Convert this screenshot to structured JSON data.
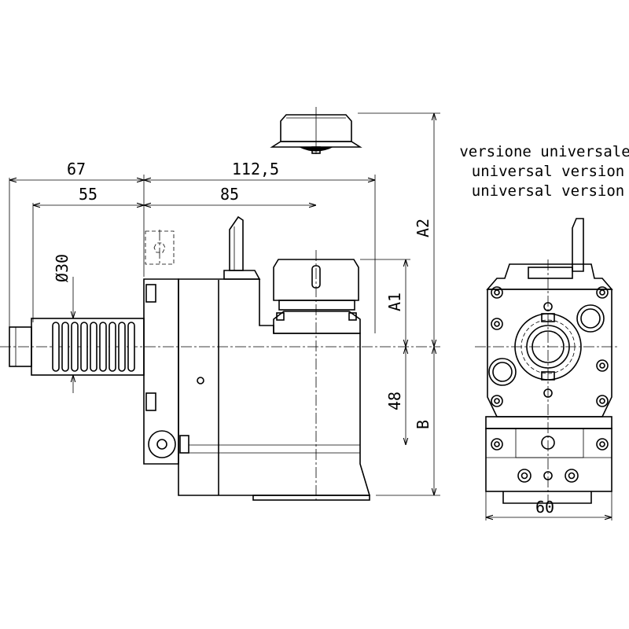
{
  "dimensions": {
    "d67": "67",
    "d112_5": "112,5",
    "d55": "55",
    "d85": "85",
    "dia30": "Ø30",
    "a1": "A1",
    "a2": "A2",
    "d48": "48",
    "b": "B",
    "d60": "60"
  },
  "notes": {
    "line1": "versione universale",
    "line2": "universal version",
    "line3": "universal version"
  }
}
